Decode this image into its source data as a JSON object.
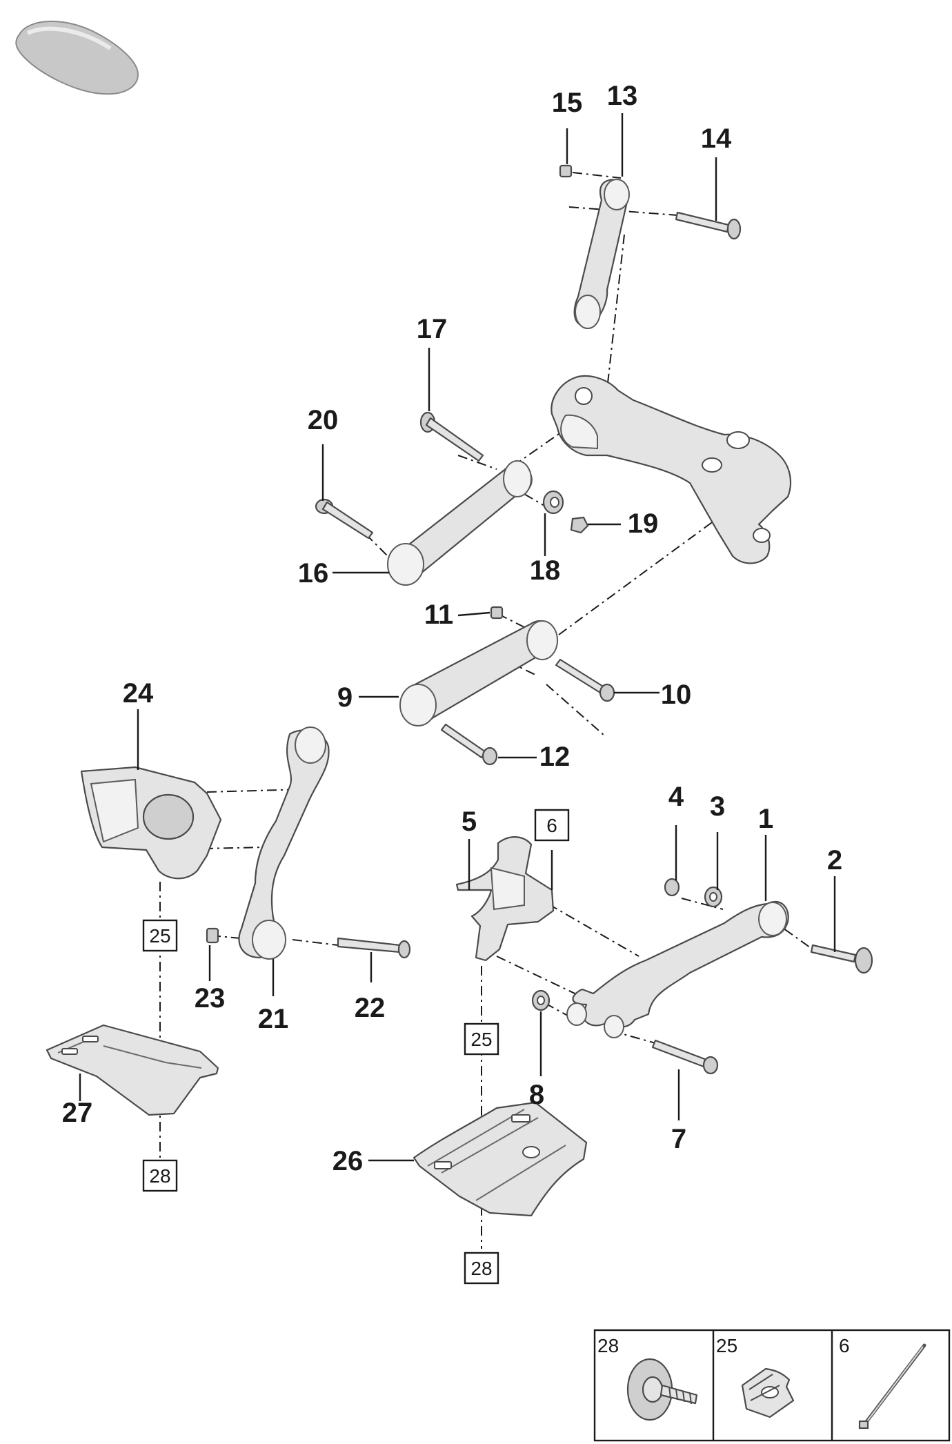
{
  "callouts": {
    "n1": "1",
    "n2": "2",
    "n3": "3",
    "n4": "4",
    "n5": "5",
    "n7": "7",
    "n8": "8",
    "n9": "9",
    "n10": "10",
    "n11": "11",
    "n12": "12",
    "n13": "13",
    "n14": "14",
    "n15": "15",
    "n16": "16",
    "n17": "17",
    "n18": "18",
    "n19": "19",
    "n20": "20",
    "n21": "21",
    "n22": "22",
    "n23": "23",
    "n24": "24",
    "n26": "26",
    "n27": "27"
  },
  "boxed_refs": {
    "ref6": "6",
    "ref25_left": "25",
    "ref28_left": "28",
    "ref25_center": "25",
    "ref28_center": "28"
  },
  "legend": {
    "cell1_label": "28",
    "cell2_label": "25",
    "cell3_label": "6"
  },
  "icons": {
    "vehicle": "car-silhouette-icon",
    "screw": "screw-icon",
    "clip": "clip-nut-icon",
    "cable_tie": "cable-tie-icon"
  },
  "colors": {
    "part_fill": "#e4e4e4",
    "outline": "#4a4a4a",
    "text": "#1a1a1a"
  }
}
